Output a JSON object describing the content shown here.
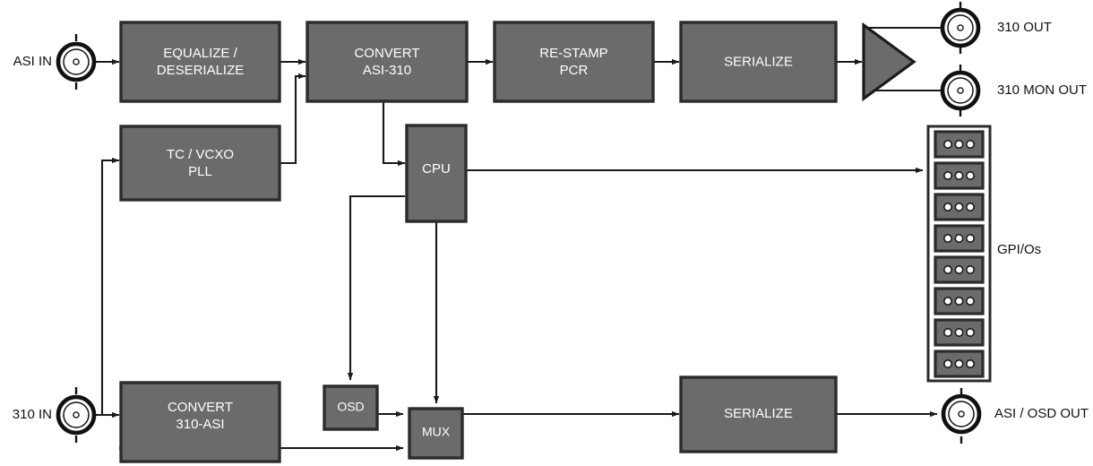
{
  "diagram": {
    "title": "ASI / SMPTE-310 converter signal flow block diagram",
    "colors": {
      "block_fill": "#6b6b6b",
      "block_stroke": "#2b2b2b",
      "block_label": "#ffffff",
      "wire": "#1a1a1a",
      "port_label": "#111111",
      "background": "#ffffff",
      "connector_outer": "#ffffff",
      "connector_body": "#6b6b6b",
      "connector_pin": "#ffffff"
    },
    "blocks": [
      {
        "id": "equalize-deserialize",
        "line1": "EQUALIZE /",
        "line2": "DESERIALIZE"
      },
      {
        "id": "convert-asi-310",
        "line1": "CONVERT",
        "line2": "ASI-310"
      },
      {
        "id": "re-stamp-pcr",
        "line1": "RE-STAMP",
        "line2": "PCR"
      },
      {
        "id": "serialize-top",
        "line1": "SERIALIZE",
        "line2": ""
      },
      {
        "id": "tc-vcxo-pll",
        "line1": "TC / VCXO",
        "line2": "PLL"
      },
      {
        "id": "cpu",
        "line1": "CPU",
        "line2": ""
      },
      {
        "id": "convert-310-asi",
        "line1": "CONVERT",
        "line2": "310-ASI"
      },
      {
        "id": "osd",
        "line1": "OSD",
        "line2": ""
      },
      {
        "id": "mux",
        "line1": "MUX",
        "line2": ""
      },
      {
        "id": "serialize-bottom",
        "line1": "SERIALIZE",
        "line2": ""
      }
    ],
    "ports": [
      {
        "id": "asi-in",
        "label": "ASI IN",
        "side": "left",
        "type": "bnc"
      },
      {
        "id": "310-in",
        "label": "310 IN",
        "side": "left",
        "type": "bnc"
      },
      {
        "id": "310-out",
        "label": "310 OUT",
        "side": "right",
        "type": "bnc"
      },
      {
        "id": "310-mon-out",
        "label": "310 MON OUT",
        "side": "right",
        "type": "bnc"
      },
      {
        "id": "asi-osd-out",
        "label": "ASI / OSD OUT",
        "side": "right",
        "type": "bnc"
      },
      {
        "id": "gpios",
        "label": "GPI/Os",
        "side": "right",
        "type": "terminal-block-stack"
      }
    ],
    "gpio_connector": {
      "label": "GPI/Os",
      "block_count": 8,
      "pins_per_block": 3
    },
    "amplifier": {
      "id": "output-amplifier",
      "shape": "triangle",
      "outputs": [
        "310 OUT",
        "310 MON OUT"
      ]
    },
    "labels": {
      "asi_in": "ASI IN",
      "310_in": "310 IN",
      "310_out": "310 OUT",
      "310_mon_out": "310 MON OUT",
      "asi_osd_out": "ASI / OSD OUT",
      "gpios": "GPI/Os",
      "equalize_l1": "EQUALIZE /",
      "equalize_l2": "DESERIALIZE",
      "convert_asi310_l1": "CONVERT",
      "convert_asi310_l2": "ASI-310",
      "restamp_l1": "RE-STAMP",
      "restamp_l2": "PCR",
      "serialize_top": "SERIALIZE",
      "tcvcxo_l1": "TC / VCXO",
      "tcvcxo_l2": "PLL",
      "cpu": "CPU",
      "convert_310asi_l1": "CONVERT",
      "convert_310asi_l2": "310-ASI",
      "osd": "OSD",
      "mux": "MUX",
      "serialize_bottom": "SERIALIZE"
    },
    "connections": [
      {
        "from": "asi-in",
        "to": "equalize-deserialize"
      },
      {
        "from": "equalize-deserialize",
        "to": "convert-asi-310"
      },
      {
        "from": "tc-vcxo-pll",
        "to": "convert-asi-310"
      },
      {
        "from": "convert-asi-310",
        "to": "re-stamp-pcr"
      },
      {
        "from": "convert-asi-310",
        "to": "cpu"
      },
      {
        "from": "re-stamp-pcr",
        "to": "serialize-top"
      },
      {
        "from": "serialize-top",
        "to": "output-amplifier"
      },
      {
        "from": "output-amplifier",
        "to": "310-out"
      },
      {
        "from": "output-amplifier",
        "to": "310-mon-out"
      },
      {
        "from": "310-in",
        "to": "convert-310-asi"
      },
      {
        "from": "310-in",
        "to": "tc-vcxo-pll"
      },
      {
        "from": "cpu",
        "to": "gpios"
      },
      {
        "from": "cpu",
        "to": "osd"
      },
      {
        "from": "cpu",
        "to": "mux"
      },
      {
        "from": "osd",
        "to": "mux"
      },
      {
        "from": "convert-310-asi",
        "to": "mux"
      },
      {
        "from": "mux",
        "to": "serialize-bottom"
      },
      {
        "from": "serialize-bottom",
        "to": "asi-osd-out"
      }
    ]
  }
}
